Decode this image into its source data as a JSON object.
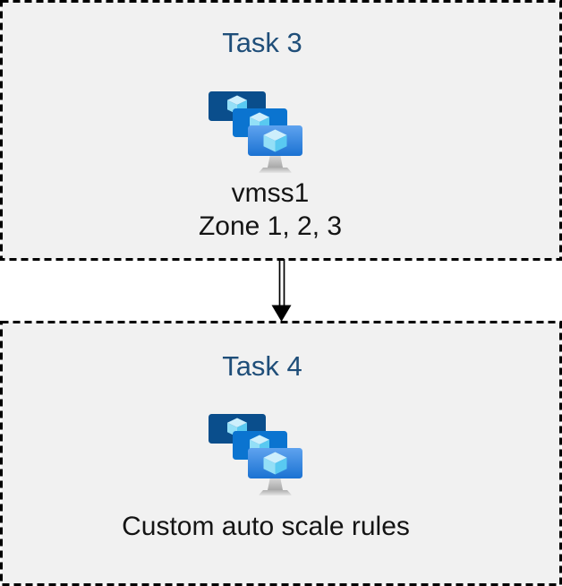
{
  "diagram": {
    "tasks": [
      {
        "title": "Task 3",
        "icon": "virtual-machine-scale-sets",
        "caption_lines": [
          "vmss1",
          "Zone 1, 2, 3"
        ]
      },
      {
        "title": "Task 4",
        "icon": "virtual-machine-scale-sets",
        "caption_lines": [
          "Custom auto scale rules"
        ]
      }
    ],
    "connector": {
      "type": "double-line-arrow",
      "direction": "down",
      "from": "Task 3",
      "to": "Task 4"
    }
  },
  "colors": {
    "page-bg": "#FFFFFF",
    "box-fill": "#F1F1F1",
    "box-border": "#000000",
    "task-title": "#1F4E79",
    "body-text": "#141414",
    "monitor-back": "#0A4E8C",
    "monitor-middle": "#0B74D0",
    "monitor-front-top": "#5FA3EF",
    "monitor-front-bottom": "#1B72D2",
    "cube-top": "#CDEFFC",
    "cube-left": "#93DFF7",
    "cube-right": "#59C9F1",
    "stand-gray": "#BDBDBD"
  }
}
